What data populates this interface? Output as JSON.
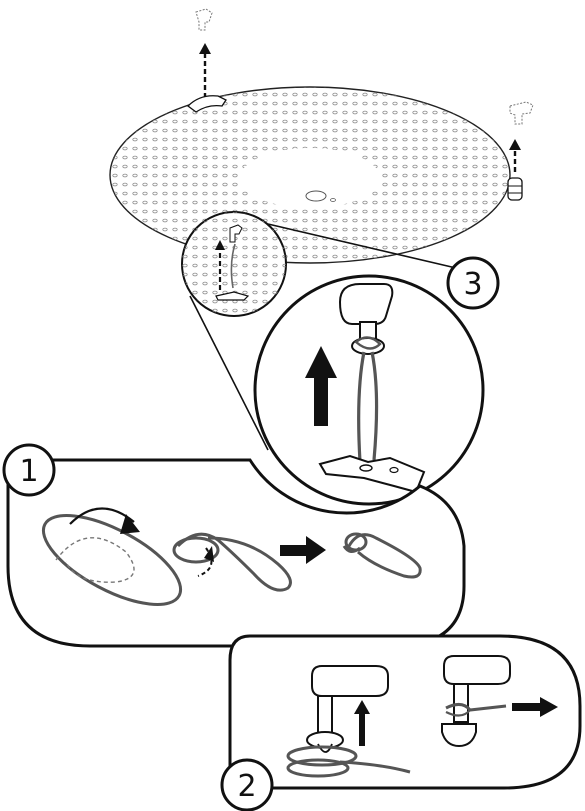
{
  "steps": {
    "one": "1",
    "two": "2",
    "three": "3"
  },
  "colors": {
    "line": "#111111",
    "fill": "#ffffff",
    "rope": "#6a6a6a",
    "hole": "#8a8a8a"
  },
  "icons": {
    "arrow": "up-arrow-icon",
    "right_arrow": "right-arrow-icon",
    "rotate": "curved-arrow-icon",
    "pin": "pin-icon",
    "knot": "knot-icon"
  }
}
